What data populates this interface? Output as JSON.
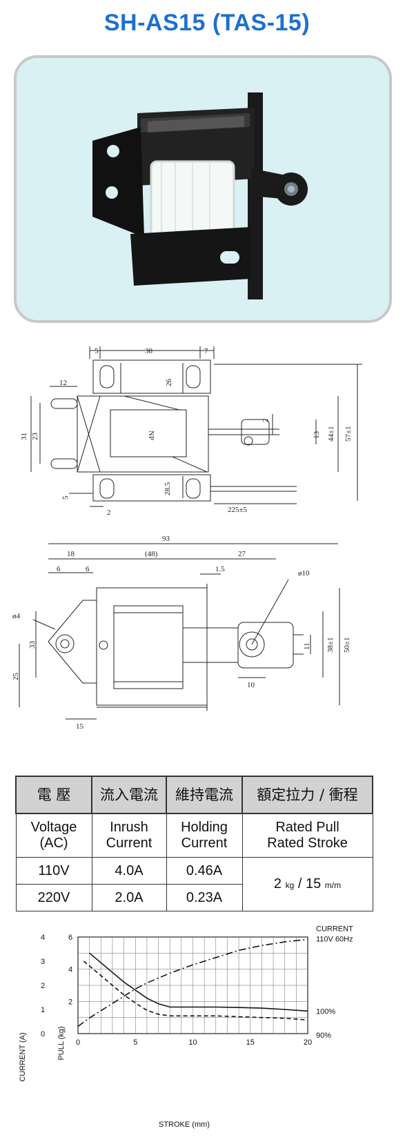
{
  "title": "SH-AS15 (TAS-15)",
  "drawings": {
    "top_view": {
      "dims": [
        "5",
        "38",
        "7",
        "12",
        "26",
        "31",
        "23",
        "NP",
        "2",
        "13",
        "44±1",
        "57±1",
        "28.5",
        "5",
        "2",
        "225±5"
      ]
    },
    "side_view": {
      "dims": [
        "93",
        "18",
        "(48)",
        "27",
        "6",
        "6",
        "1.5",
        "ø10",
        "ø4",
        "33",
        "25",
        "11",
        "38±1",
        "50±1",
        "10",
        "15"
      ]
    }
  },
  "spec_table": {
    "headers_cn": [
      "電 壓",
      "流入電流",
      "維持電流",
      "額定拉力 / 衝程"
    ],
    "headers_en": [
      "Voltage\n(AC)",
      "Inrush\nCurrent",
      "Holding\nCurrent",
      "Rated Pull\nRated Stroke"
    ],
    "rows": [
      {
        "voltage": "110V",
        "inrush": "4.0A",
        "holding": "0.46A"
      },
      {
        "voltage": "220V",
        "inrush": "2.0A",
        "holding": "0.23A"
      }
    ],
    "rated": {
      "pull_value": "2",
      "pull_unit": "kg",
      "sep": "/",
      "stroke_value": "15",
      "stroke_unit": "m/m"
    }
  },
  "chart_data": {
    "type": "line",
    "xlabel": "STROKE (mm)",
    "ylabel_current": "CURRENT (A)",
    "ylabel_pull": "PULL (kg)",
    "xlim": [
      0,
      20
    ],
    "ylim_current": [
      0,
      4
    ],
    "ylim_pull": [
      0,
      6
    ],
    "x_ticks": [
      "0",
      "5",
      "10",
      "15",
      "20"
    ],
    "current_ticks": [
      "0",
      "1",
      "2",
      "3",
      "4"
    ],
    "pull_ticks": [
      "2",
      "4",
      "6"
    ],
    "grid": true,
    "series": [
      {
        "name": "CURRENT\n110V 60Hz",
        "axis": "current",
        "style": "dashdot",
        "x": [
          0,
          1,
          2,
          3,
          4,
          5,
          6,
          7,
          8,
          10,
          12,
          14,
          16,
          18,
          20
        ],
        "y": [
          0.3,
          0.65,
          0.95,
          1.25,
          1.55,
          1.85,
          2.1,
          2.3,
          2.5,
          2.85,
          3.15,
          3.45,
          3.65,
          3.8,
          3.9
        ]
      },
      {
        "name": "100%",
        "axis": "pull",
        "style": "solid",
        "x": [
          1,
          2,
          3,
          4,
          5,
          6,
          7,
          8,
          10,
          12,
          14,
          16,
          18,
          20
        ],
        "y": [
          5.0,
          4.4,
          3.8,
          3.2,
          2.7,
          2.2,
          1.85,
          1.65,
          1.65,
          1.65,
          1.62,
          1.58,
          1.5,
          1.4
        ]
      },
      {
        "name": "90%",
        "axis": "pull",
        "style": "dashed",
        "x": [
          0.5,
          1,
          2,
          3,
          4,
          5,
          6,
          7,
          8,
          10,
          12,
          14,
          16,
          18,
          20
        ],
        "y": [
          4.5,
          4.2,
          3.6,
          3.0,
          2.4,
          1.9,
          1.45,
          1.2,
          1.1,
          1.1,
          1.1,
          1.05,
          1.0,
          0.95,
          0.85
        ]
      }
    ]
  }
}
